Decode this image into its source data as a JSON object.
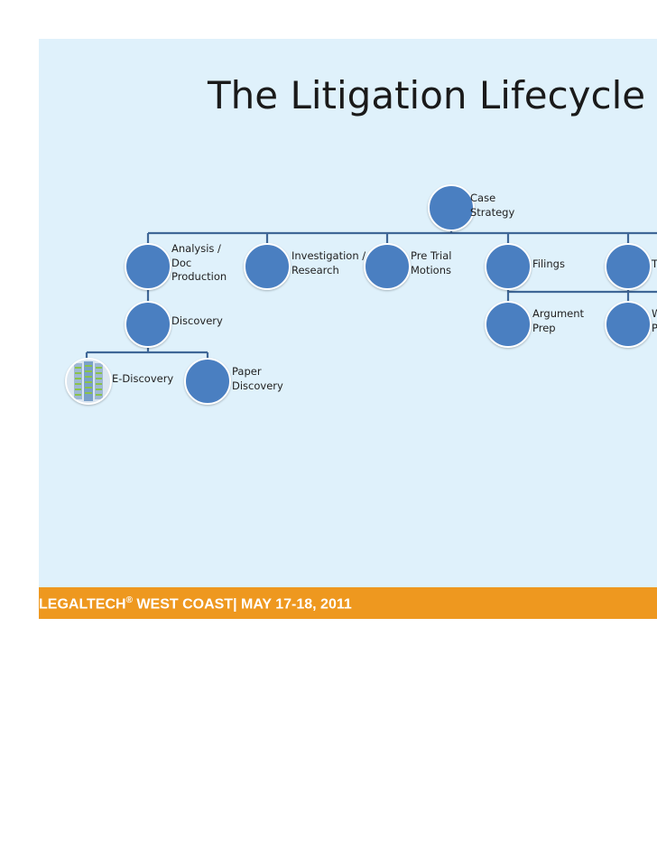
{
  "title": "The Litigation Lifecycle",
  "nodes": {
    "case_strategy": "Case\nStrategy",
    "analysis": "Analysis /\nDoc\nProduction",
    "investigation": "Investigation /\nResearch",
    "pretrial": "Pre Trial\nMotions",
    "filings": "Filings",
    "trial": "T",
    "discovery": "Discovery",
    "argument": "Argument\nPrep",
    "witness": "W\nP",
    "ediscovery": "E-Discovery",
    "paper": "Paper\nDiscovery"
  },
  "footer": {
    "brand": "LEGALTECH",
    "reg": "®",
    "event": " WEST COAST| MAY 17-18, 2011"
  },
  "colors": {
    "background": "#dff1fb",
    "node": "#4a7fc1",
    "connector": "#3f6797",
    "footer": "#ee981f"
  }
}
